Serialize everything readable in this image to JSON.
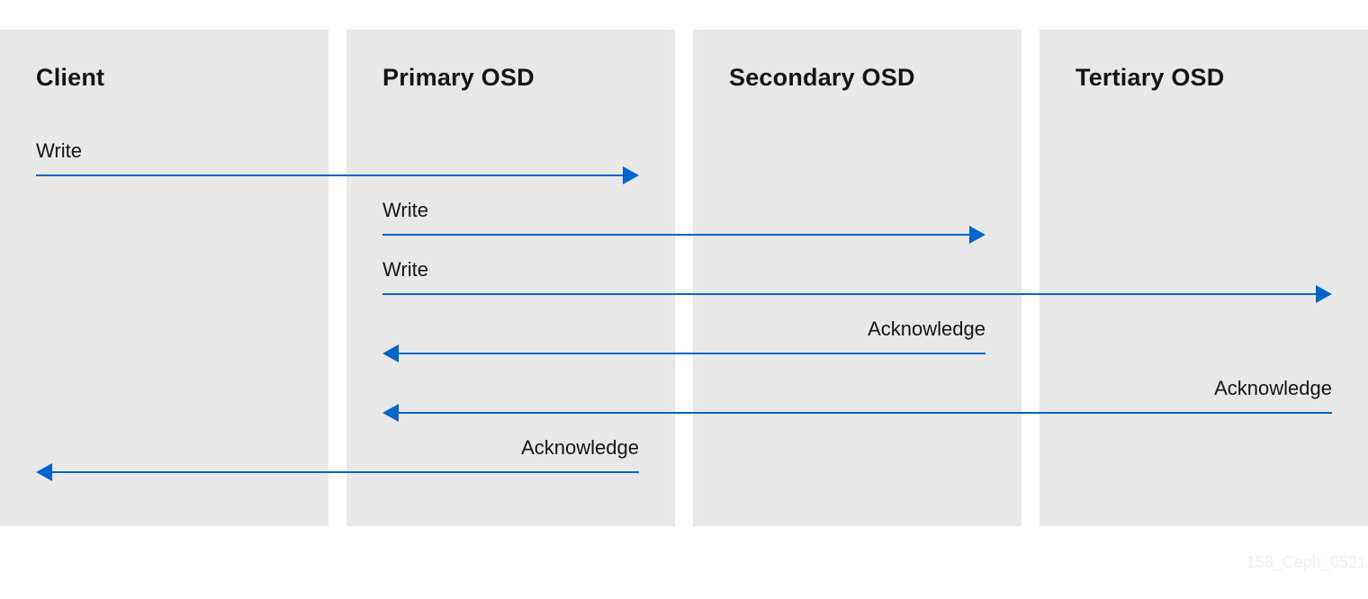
{
  "lanes": [
    {
      "title": "Client"
    },
    {
      "title": "Primary OSD"
    },
    {
      "title": "Secondary OSD"
    },
    {
      "title": "Tertiary OSD"
    }
  ],
  "messages": [
    {
      "label": "Write",
      "from": 0,
      "to": 1
    },
    {
      "label": "Write",
      "from": 1,
      "to": 2
    },
    {
      "label": "Write",
      "from": 1,
      "to": 3
    },
    {
      "label": "Acknowledge",
      "from": 2,
      "to": 1
    },
    {
      "label": "Acknowledge",
      "from": 3,
      "to": 1
    },
    {
      "label": "Acknowledge",
      "from": 1,
      "to": 0
    }
  ],
  "colors": {
    "arrow": "#0066cc",
    "lane": "#e8e8e8",
    "text": "#151515"
  },
  "watermark": "158_Ceph_0521"
}
